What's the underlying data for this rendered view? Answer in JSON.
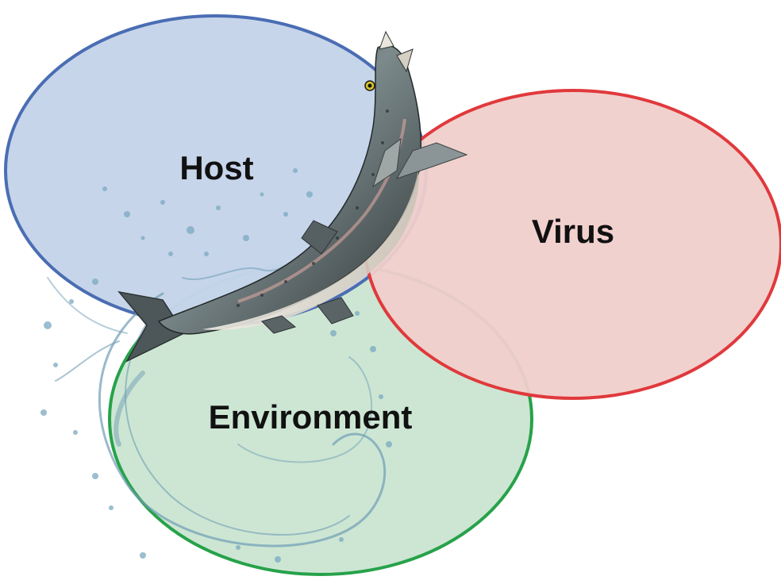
{
  "diagram": {
    "title": "",
    "circles": [
      {
        "id": "host",
        "label": "Host",
        "fill": "#c5d4ea",
        "stroke": "#4a6db3"
      },
      {
        "id": "virus",
        "label": "Virus",
        "fill": "#f0cfcb",
        "stroke": "#e0393c"
      },
      {
        "id": "environment",
        "label": "Environment",
        "fill": "#cde6d3",
        "stroke": "#27a24a"
      }
    ],
    "illustration": {
      "icon": "salmon-jumping-from-water-splash-icon",
      "fish_body_color": "#7c8a8c",
      "fish_belly_color": "#e9e6df",
      "water_color": "#8fb8cc"
    }
  }
}
